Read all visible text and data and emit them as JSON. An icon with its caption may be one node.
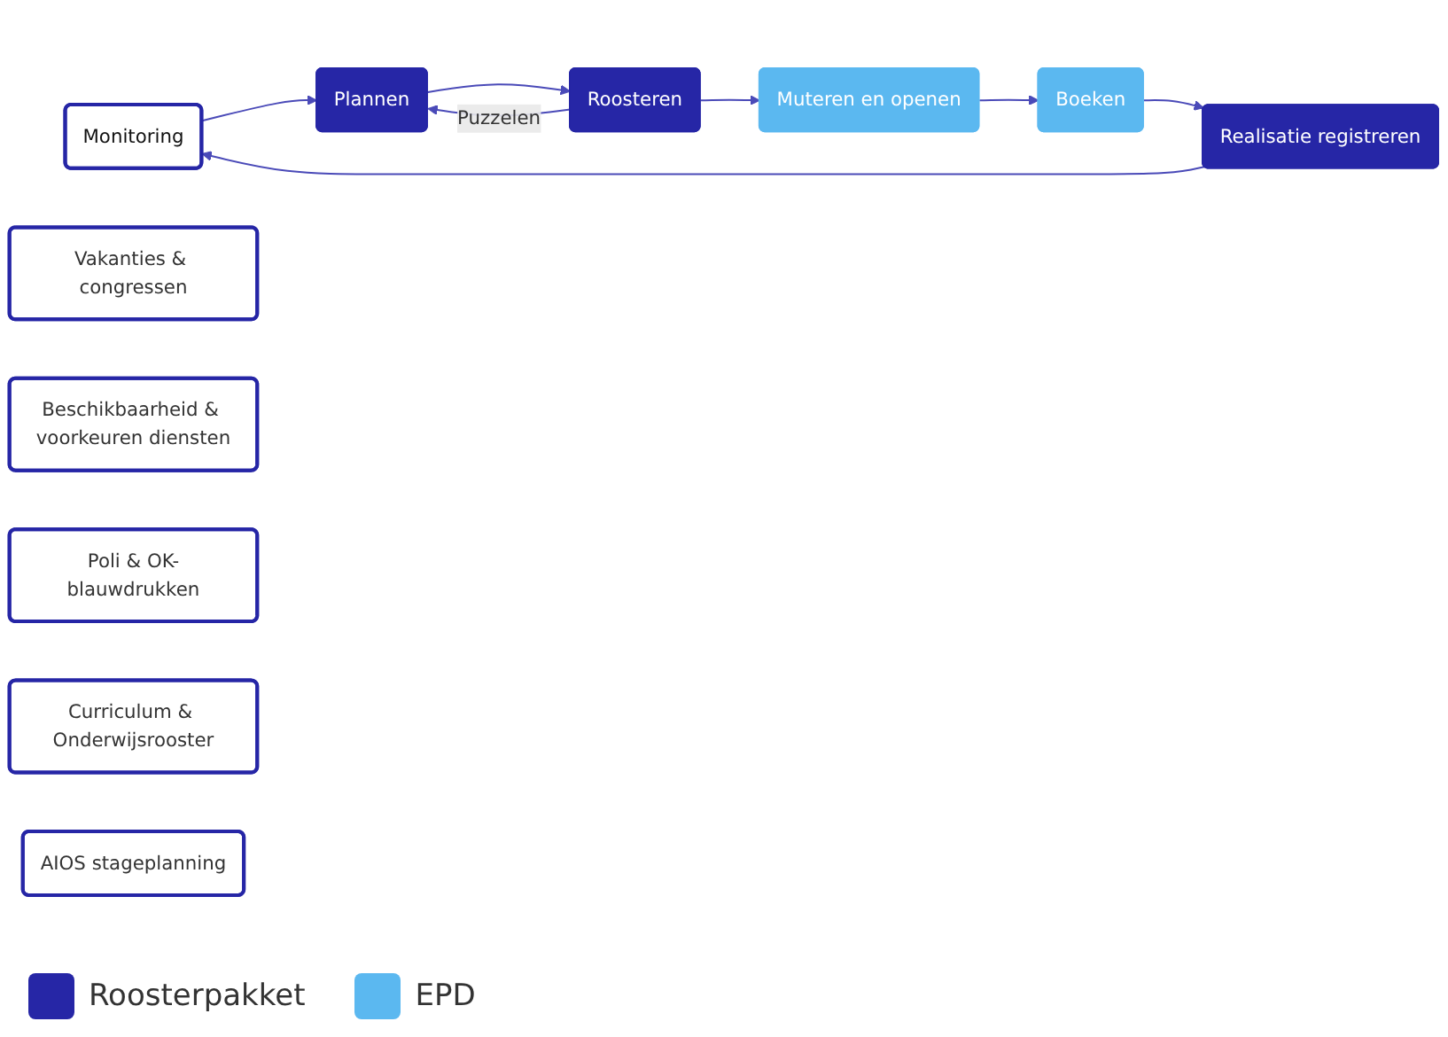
{
  "diagram": {
    "nodes": [
      {
        "text": [
          "Monitoring"
        ]
      },
      {
        "text": [
          "Plannen"
        ]
      },
      {
        "text": [
          "Roosteren"
        ]
      },
      {
        "text": [
          "Muteren en openen"
        ]
      },
      {
        "text": [
          "Boeken"
        ]
      },
      {
        "text": [
          "Realisatie registreren"
        ]
      },
      {
        "text": [
          "Vakanties & congressen"
        ]
      },
      {
        "text": [
          "Beschikbaarheid & voorkeuren diensten"
        ]
      },
      {
        "text": [
          "Poli & OK-blauwdrukken"
        ]
      },
      {
        "text": [
          "Curriculum & Onderwijsrooster"
        ]
      },
      {
        "text": [
          "AIOS stageplanning"
        ]
      }
    ],
    "edges": [
      {
        "from": 0,
        "to": 1,
        "arrow": "to"
      },
      {
        "from": 1,
        "to": 2,
        "arrow": "to"
      },
      {
        "from": 2,
        "to": 1,
        "arrow": "to",
        "label": "Puzzelen"
      },
      {
        "from": 2,
        "to": 3,
        "arrow": "to"
      },
      {
        "from": 3,
        "to": 4,
        "arrow": "to"
      },
      {
        "from": 4,
        "to": 5,
        "arrow": "to"
      },
      {
        "from": 5,
        "to": 0,
        "arrow": "to"
      }
    ],
    "legend": [
      {
        "text": "Roosterpakket",
        "color": "#2626a6"
      },
      {
        "text": "EPD",
        "color": "#5bb8f0"
      }
    ]
  }
}
